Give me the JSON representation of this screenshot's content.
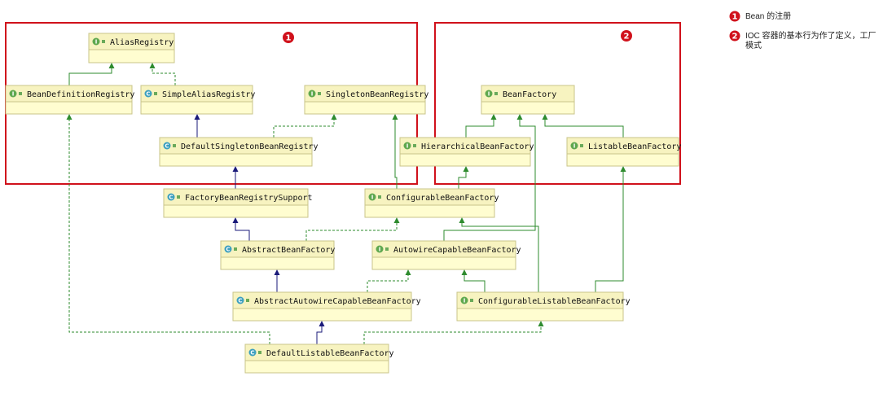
{
  "groups": [
    {
      "id": "g1",
      "marker": "1"
    },
    {
      "id": "g2",
      "marker": "2"
    }
  ],
  "legend": [
    {
      "marker": "1",
      "lines": [
        "Bean 的注册"
      ]
    },
    {
      "marker": "2",
      "lines": [
        "IOC 容器的基本行为作了定义，工厂",
        "模式"
      ]
    }
  ],
  "nodes": [
    {
      "id": "AliasRegistry",
      "kind": "I",
      "label": "AliasRegistry"
    },
    {
      "id": "BeanDefinitionRegistry",
      "kind": "I",
      "label": "BeanDefinitionRegistry"
    },
    {
      "id": "SimpleAliasRegistry",
      "kind": "C",
      "label": "SimpleAliasRegistry"
    },
    {
      "id": "SingletonBeanRegistry",
      "kind": "I",
      "label": "SingletonBeanRegistry"
    },
    {
      "id": "DefaultSingletonBeanRegistry",
      "kind": "C",
      "label": "DefaultSingletonBeanRegistry"
    },
    {
      "id": "BeanFactory",
      "kind": "I",
      "label": "BeanFactory"
    },
    {
      "id": "HierarchicalBeanFactory",
      "kind": "I",
      "label": "HierarchicalBeanFactory"
    },
    {
      "id": "ListableBeanFactory",
      "kind": "I",
      "label": "ListableBeanFactory"
    },
    {
      "id": "FactoryBeanRegistrySupport",
      "kind": "C",
      "label": "FactoryBeanRegistrySupport"
    },
    {
      "id": "ConfigurableBeanFactory",
      "kind": "I",
      "label": "ConfigurableBeanFactory"
    },
    {
      "id": "AbstractBeanFactory",
      "kind": "C",
      "label": "AbstractBeanFactory"
    },
    {
      "id": "AutowireCapableBeanFactory",
      "kind": "I",
      "label": "AutowireCapableBeanFactory"
    },
    {
      "id": "AbstractAutowireCapableBeanFactory",
      "kind": "C",
      "label": "AbstractAutowireCapableBeanFactory"
    },
    {
      "id": "ConfigurableListableBeanFactory",
      "kind": "I",
      "label": "ConfigurableListableBeanFactory"
    },
    {
      "id": "DefaultListableBeanFactory",
      "kind": "C",
      "label": "DefaultListableBeanFactory"
    }
  ],
  "colors": {
    "interface_badge": "#5fa84f",
    "class_badge": "#3c9fbf",
    "realization_edge": "#2e8b2e",
    "extends_edge": "#1a1a7a",
    "group_border": "#d0111b"
  }
}
